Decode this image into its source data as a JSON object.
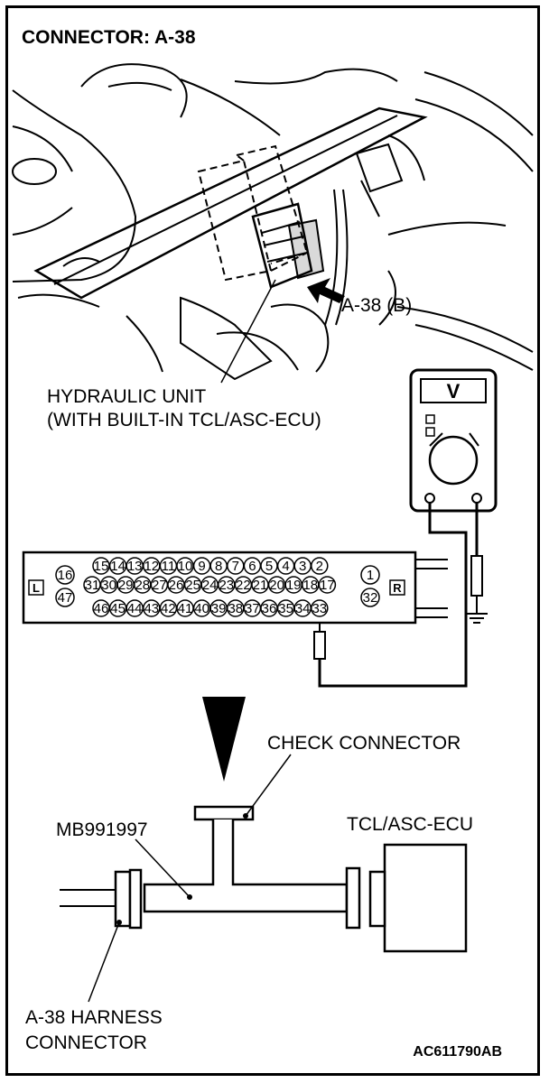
{
  "title": "CONNECTOR: A-38",
  "labels": {
    "arrow_label": "A-38 (B)",
    "hydraulic_line1": "HYDRAULIC UNIT",
    "hydraulic_line2": "(WITH BUILT-IN TCL/ASC-ECU)",
    "check_connector": "CHECK CONNECTOR",
    "tool": "MB991997",
    "ecu": "TCL/ASC-ECU",
    "harness_line1": "A-38 HARNESS",
    "harness_line2": "CONNECTOR",
    "code": "AC611790AB"
  },
  "meter": {
    "display": "V"
  },
  "connector": {
    "left_mark": "L",
    "right_mark": "R",
    "top_row": [
      "15",
      "14",
      "13",
      "12",
      "11",
      "10",
      "9",
      "8",
      "7",
      "6",
      "5",
      "4",
      "3",
      "2"
    ],
    "middle_row": [
      "31",
      "30",
      "29",
      "28",
      "27",
      "26",
      "25",
      "24",
      "23",
      "22",
      "21",
      "20",
      "19",
      "18",
      "17"
    ],
    "bottom_row": [
      "46",
      "45",
      "44",
      "43",
      "42",
      "41",
      "40",
      "39",
      "38",
      "37",
      "36",
      "35",
      "34",
      "33"
    ],
    "left_pins": [
      "16",
      "47"
    ],
    "right_pins": [
      "1",
      "32"
    ]
  }
}
